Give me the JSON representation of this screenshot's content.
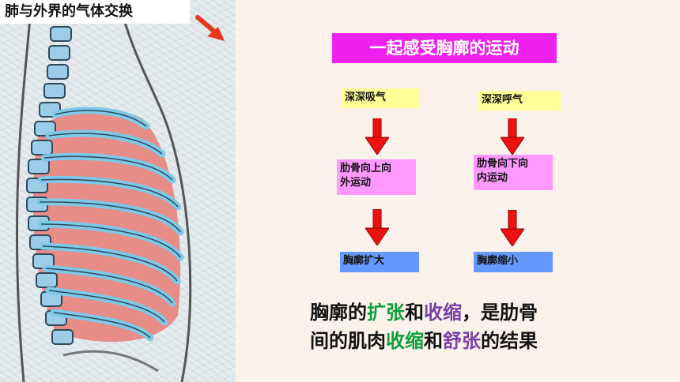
{
  "page_title": "肺与外界的气体交换",
  "banner": "一起感受胸廓的运动",
  "inhale": {
    "step1": "深深吸气",
    "step2_line1": "肋骨向上向",
    "step2_line2": "外运动",
    "step3": "胸廓扩大"
  },
  "exhale": {
    "step1": "深深呼气",
    "step2_line1": "肋骨向下向",
    "step2_line2": "内运动",
    "step3": "胸廓缩小"
  },
  "conclusion": {
    "p1": "胸廓的",
    "p2": "扩张",
    "p3": "和",
    "p4": "收缩",
    "p5": "，是肋骨",
    "p6": "间的肌肉",
    "p7": "收缩",
    "p8": "和",
    "p9": "舒张",
    "p10": "的结果"
  },
  "colors": {
    "banner": "#ee22ee",
    "action_box": "#ffff99",
    "rib_box": "#ff99ff",
    "result_box": "#6699ff",
    "arrow": "#ee1111",
    "highlight_green": "#0d9e3a",
    "highlight_purple": "#7a3fa8"
  }
}
